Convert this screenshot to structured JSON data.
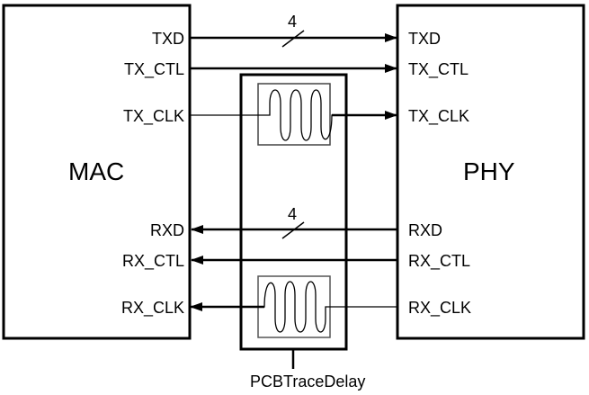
{
  "blocks": {
    "mac": {
      "title": "MAC"
    },
    "phy": {
      "title": "PHY"
    }
  },
  "signals": {
    "tx": [
      {
        "mac_label": "TXD",
        "phy_label": "TXD",
        "bus_width": "4",
        "direction": "mac-to-phy"
      },
      {
        "mac_label": "TX_CTL",
        "phy_label": "TX_CTL",
        "direction": "mac-to-phy"
      },
      {
        "mac_label": "TX_CLK",
        "phy_label": "TX_CLK",
        "direction": "mac-to-phy",
        "delayed": true
      }
    ],
    "rx": [
      {
        "mac_label": "RXD",
        "phy_label": "RXD",
        "bus_width": "4",
        "direction": "phy-to-mac"
      },
      {
        "mac_label": "RX_CTL",
        "phy_label": "RX_CTL",
        "direction": "phy-to-mac"
      },
      {
        "mac_label": "RX_CLK",
        "phy_label": "RX_CLK",
        "direction": "phy-to-mac",
        "delayed": true
      }
    ]
  },
  "delay_block": {
    "label": "PCBTraceDelay"
  },
  "colors": {
    "line": "#000000",
    "delay_line": "#555555",
    "background": "#ffffff"
  }
}
